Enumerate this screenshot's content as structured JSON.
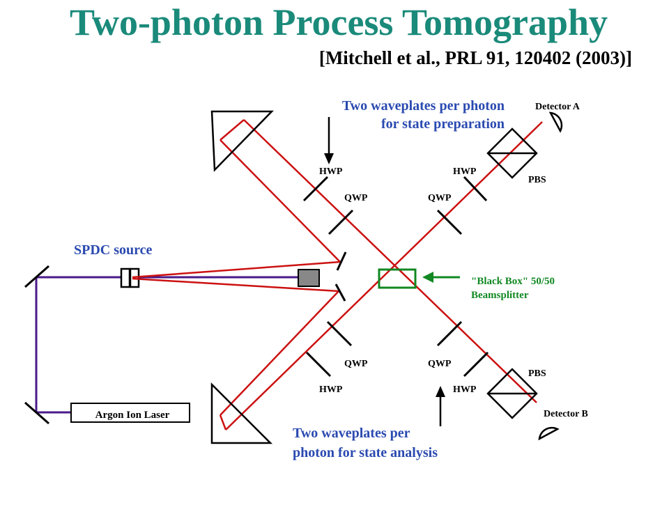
{
  "title": "Two-photon Process Tomography",
  "citation": "[Mitchell et al., PRL 91, 120402 (2003)]",
  "labels": {
    "spdc_source": "SPDC source",
    "laser": "Argon Ion Laser",
    "beamsplitter_line1": "\"Black Box\" 50/50",
    "beamsplitter_line2": "Beamsplitter",
    "prep_line1": "Two waveplates per photon",
    "prep_line2": "for state preparation",
    "analysis_line1": "Two waveplates per",
    "analysis_line2": "photon for state analysis",
    "detector_a": "Detector A",
    "detector_b": "Detector B",
    "pbs_top": "PBS",
    "pbs_bottom": "PBS",
    "hwp_upper_left": "HWP",
    "hwp_upper_right": "HWP",
    "qwp_upper_left": "QWP",
    "qwp_upper_right": "QWP",
    "qwp_lower_left": "QWP",
    "qwp_lower_right": "QWP",
    "hwp_lower_left": "HWP",
    "hwp_lower_right": "HWP"
  },
  "colors": {
    "title": "#1a8a7a",
    "beam_red": "#cc1111",
    "pump_purple": "#4a1a8a",
    "green": "#118822",
    "label_blue": "#2a4ab0",
    "black": "#000000"
  }
}
